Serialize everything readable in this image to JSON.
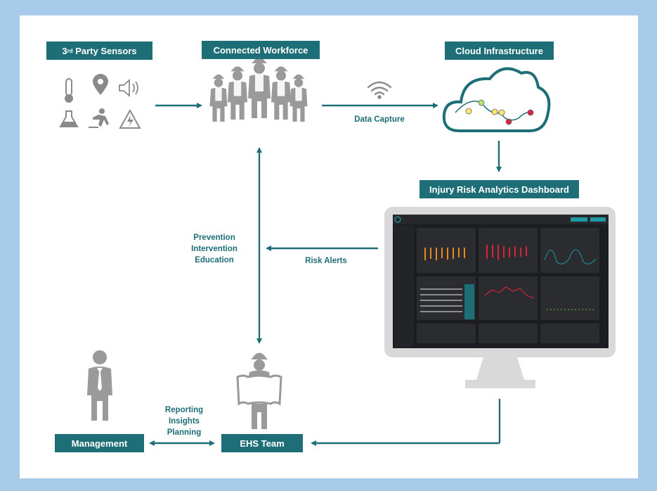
{
  "nodes": {
    "sensors": {
      "label_prefix": "3",
      "label_sup": "rd",
      "label_rest": " Party Sensors"
    },
    "workforce": {
      "label": "Connected Workforce"
    },
    "cloud": {
      "label": "Cloud Infrastructure"
    },
    "dashboard": {
      "label": "Injury Risk Analytics Dashboard"
    },
    "management": {
      "label": "Management"
    },
    "ehs": {
      "label": "EHS Team"
    }
  },
  "edges": {
    "data_capture": "Data Capture",
    "risk_alerts": "Risk Alerts",
    "prevention": [
      "Prevention",
      "Intervention",
      "Education"
    ],
    "reporting": [
      "Reporting",
      "Insights",
      "Planning"
    ]
  },
  "icons": [
    "thermometer-icon",
    "location-pin-icon",
    "speaker-icon",
    "flask-icon",
    "falling-person-icon",
    "warning-triangle-icon",
    "wifi-icon",
    "cloud-icon",
    "monitor-icon",
    "worker-icon",
    "manager-icon"
  ],
  "colors": {
    "accent": "#1d6e76",
    "figure": "#9a9a9a",
    "icon": "#8a8a8a",
    "border": "#a9cbea"
  }
}
